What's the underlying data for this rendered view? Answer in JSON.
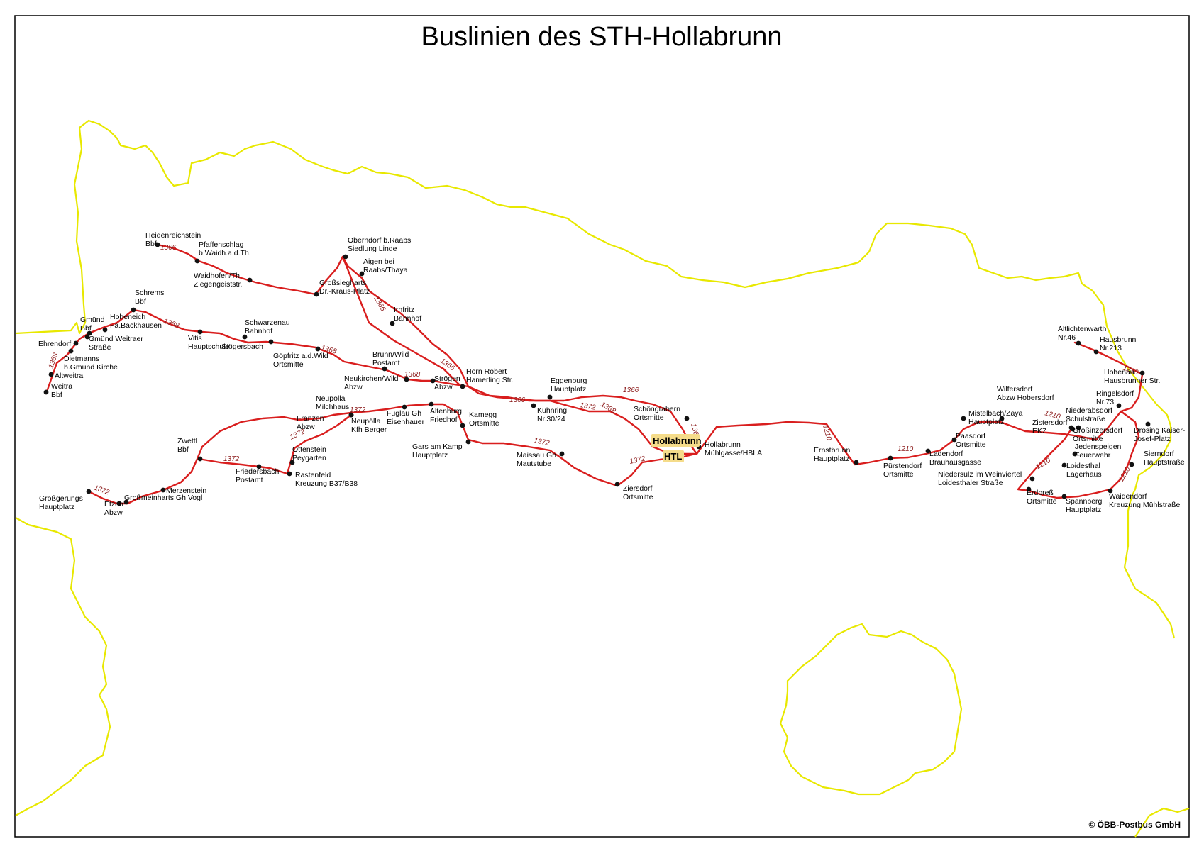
{
  "title": "Buslinien des STH-Hollabrunn",
  "credit": "© ÖBB-Postbus GmbH",
  "colors": {
    "route": "#d91e1e",
    "border": "#e8e800",
    "highlight": "#f5dc8a",
    "frame": "#000000"
  },
  "highlights": {
    "hollabrunn": "Hollabrunn",
    "htl": "HTL"
  },
  "line_numbers": {
    "l1366": "1366",
    "l1368": "1368",
    "l1372": "1372",
    "l1210": "1210"
  },
  "stops": [
    {
      "l1": "Heidenreichstein",
      "l2": "Bbf"
    },
    {
      "l1": "Pfaffenschlag",
      "l2": "b.Waidh.a.d.Th."
    },
    {
      "l1": "Waidhofen/Th.",
      "l2": "Ziegengeiststr."
    },
    {
      "l1": "Oberndorf b.Raabs",
      "l2": "Siedlung Linde"
    },
    {
      "l1": "Aigen bei",
      "l2": "Raabs/Thaya"
    },
    {
      "l1": "Großsiegharts",
      "l2": "Dr.-Kraus-Platz"
    },
    {
      "l1": "Irnfritz",
      "l2": "Bahnhof"
    },
    {
      "l1": "Schrems",
      "l2": "Bbf"
    },
    {
      "l1": "Gmünd",
      "l2": "Bbf"
    },
    {
      "l1": "Hoheneich",
      "l2": "Fa.Backhausen"
    },
    {
      "l1": "Gmünd Weitraer",
      "l2": "Straße"
    },
    {
      "l1": "Ehrendorf",
      "l2": ""
    },
    {
      "l1": "Dietmanns",
      "l2": "b.Gmünd Kirche"
    },
    {
      "l1": "Altweitra",
      "l2": ""
    },
    {
      "l1": "Weitra",
      "l2": "Bbf"
    },
    {
      "l1": "Vitis",
      "l2": "Hauptschule"
    },
    {
      "l1": "Schwarzenau",
      "l2": "Bahnhof"
    },
    {
      "l1": "Stögersbach",
      "l2": ""
    },
    {
      "l1": "Göpfritz a.d.Wild",
      "l2": "Ortsmitte"
    },
    {
      "l1": "Brunn/Wild",
      "l2": "Postamt"
    },
    {
      "l1": "Neukirchen/Wild",
      "l2": "Abzw"
    },
    {
      "l1": "Strögen",
      "l2": "Abzw"
    },
    {
      "l1": "Horn Robert",
      "l2": "Hamerling Str."
    },
    {
      "l1": "Eggenburg",
      "l2": "Hauptplatz"
    },
    {
      "l1": "Kühnring",
      "l2": "Nr.30/24"
    },
    {
      "l1": "Schöngrabern",
      "l2": "Ortsmitte"
    },
    {
      "l1": "Hollabrunn",
      "l2": "Mühlgasse/HBLA"
    },
    {
      "l1": "Neupölla",
      "l2": "Milchhaus"
    },
    {
      "l1": "Franzen",
      "l2": "Abzw"
    },
    {
      "l1": "Neupölla",
      "l2": "Kfh Berger"
    },
    {
      "l1": "Fuglau Gh",
      "l2": "Eisenhauer"
    },
    {
      "l1": "Altenburg",
      "l2": "Friedhof"
    },
    {
      "l1": "Kamegg",
      "l2": "Ortsmitte"
    },
    {
      "l1": "Gars am Kamp",
      "l2": "Hauptplatz"
    },
    {
      "l1": "Maissau Gh",
      "l2": "Mautstube"
    },
    {
      "l1": "Ziersdorf",
      "l2": "Ortsmitte"
    },
    {
      "l1": "Ottenstein",
      "l2": "Peygarten"
    },
    {
      "l1": "Rastenfeld",
      "l2": "Kreuzung B37/B38"
    },
    {
      "l1": "Zwettl",
      "l2": "Bbf"
    },
    {
      "l1": "Friedersbach",
      "l2": "Postamt"
    },
    {
      "l1": "Merzenstein",
      "l2": ""
    },
    {
      "l1": "Großmeinharts Gh Vogl",
      "l2": ""
    },
    {
      "l1": "Etzen",
      "l2": "Abzw"
    },
    {
      "l1": "Großgerungs",
      "l2": "Hauptplatz"
    },
    {
      "l1": "Ernstbrunn",
      "l2": "Hauptplatz"
    },
    {
      "l1": "Pürstendorf",
      "l2": "Ortsmitte"
    },
    {
      "l1": "Ladendorf",
      "l2": "Brauhausgasse"
    },
    {
      "l1": "Paasdorf",
      "l2": "Ortsmitte"
    },
    {
      "l1": "Mistelbach/Zaya",
      "l2": "Hauptplatz"
    },
    {
      "l1": "Wilfersdorf",
      "l2": "Abzw Hobersdorf"
    },
    {
      "l1": "Zistersdorf",
      "l2": "EKZ"
    },
    {
      "l1": "Niederabsdorf",
      "l2": "Schulstraße"
    },
    {
      "l1": "Großinzersdorf",
      "l2": "Ortsmitte"
    },
    {
      "l1": "Jedenspeigen",
      "l2": "Feuerwehr"
    },
    {
      "l1": "Loidesthal",
      "l2": "Lagerhaus"
    },
    {
      "l1": "Niedersulz im Weinviertel",
      "l2": "Loidesthaler Straße"
    },
    {
      "l1": "Erdpreß",
      "l2": "Ortsmitte"
    },
    {
      "l1": "Spannberg",
      "l2": "Hauptplatz"
    },
    {
      "l1": "Waidendorf",
      "l2": "Kreuzung Mühlstraße"
    },
    {
      "l1": "Sierndorf",
      "l2": "Hauptstraße"
    },
    {
      "l1": "Drösing Kaiser-",
      "l2": "Josef-Platz"
    },
    {
      "l1": "Ringelsdorf",
      "l2": "Nr.73"
    },
    {
      "l1": "Hohenau",
      "l2": "Hausbrunner Str."
    },
    {
      "l1": "Altlichtenwarth",
      "l2": "Nr.46"
    },
    {
      "l1": "Hausbrunn",
      "l2": "Nr.213"
    }
  ]
}
